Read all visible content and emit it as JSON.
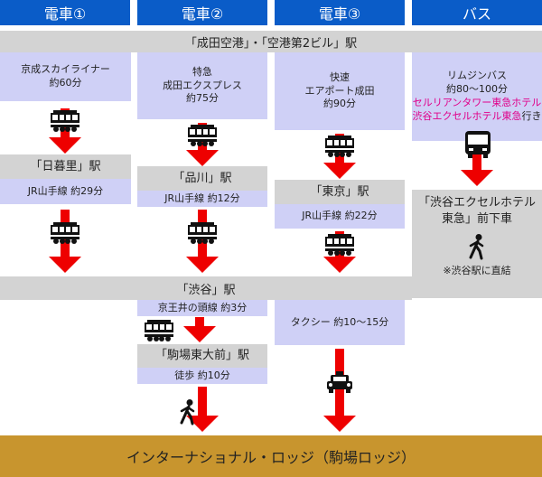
{
  "columns": [
    {
      "label": "電車①"
    },
    {
      "label": "電車②"
    },
    {
      "label": "電車③"
    },
    {
      "label": "バス"
    }
  ],
  "start_station": "「成田空港」・「空港第2ビル」駅",
  "col1": {
    "line_name": "京成スカイライナー",
    "duration": "約60分",
    "transfer_station": "「日暮里」駅",
    "transfer_line": "JR山手線 約29分"
  },
  "col2": {
    "line_type": "特急",
    "line_name": "成田エクスプレス",
    "duration": "約75分",
    "transfer_station": "「品川」駅",
    "transfer_line": "JR山手線 約12分",
    "after_line": "京王井の頭線 約3分",
    "final_station": "「駒場東大前」駅",
    "walk": "徒歩 約10分"
  },
  "col3": {
    "line_type": "快速",
    "line_name": "エアポート成田",
    "duration": "約90分",
    "transfer_station": "「東京」駅",
    "transfer_line": "JR山手線 約22分",
    "taxi": "タクシー 約10〜15分"
  },
  "col4": {
    "line_name": "リムジンバス",
    "duration": "約80〜100分",
    "dest_line1": "セルリアンタワー東急ホテル",
    "dest_line2": "渋谷エクセルホテル東急",
    "dest_suffix": "行き",
    "stop_line1": "「渋谷エクセルホテル",
    "stop_line2": "東急」前下車",
    "note": "※渋谷駅に直結"
  },
  "mid_station": "「渋谷」駅",
  "destination": "インターナショナル・ロッジ（駒場ロッジ）",
  "colors": {
    "header_bg": "#0a5cc8",
    "box_bg": "#cfd0f6",
    "band_bg": "#d3d3d3",
    "arrow": "#ee0000",
    "destination_bg": "#c8952e",
    "bus_destination_text": "#e0008a"
  },
  "icons": [
    "train-icon",
    "bus-icon",
    "walking-person-icon",
    "taxi-icon",
    "down-arrow-icon"
  ]
}
